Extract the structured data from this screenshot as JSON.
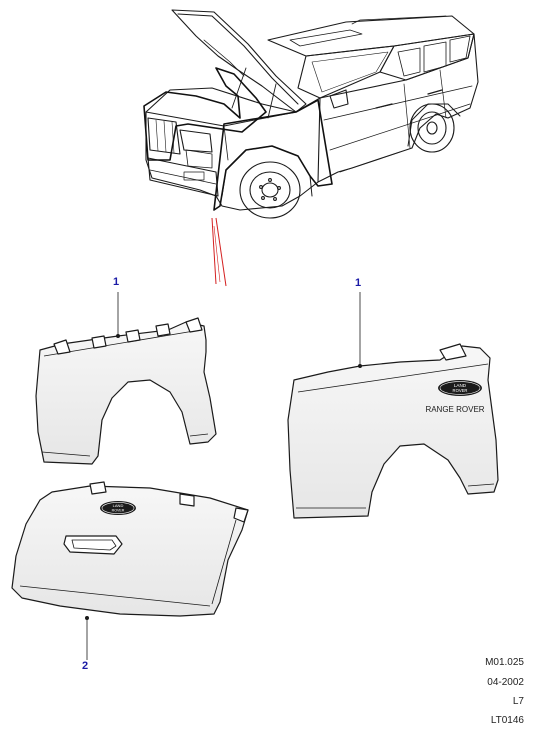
{
  "callouts": [
    {
      "id": "wing-cover-left",
      "label": "1"
    },
    {
      "id": "wing-cover-right",
      "label": "1"
    },
    {
      "id": "bonnet-cover",
      "label": "2"
    }
  ],
  "reference": {
    "code": "M01.025",
    "date": "04-2002",
    "model": "L7",
    "illustration": "LT0146"
  },
  "logo_text": {
    "brand_line1": "LAND",
    "brand_line2": "ROVER",
    "model_name": "RANGE ROVER"
  },
  "colors": {
    "callout": "#1a1aa6",
    "leader_red": "#d42020",
    "line": "#1b1b1b",
    "panel_fill": "#f2f2f2"
  }
}
